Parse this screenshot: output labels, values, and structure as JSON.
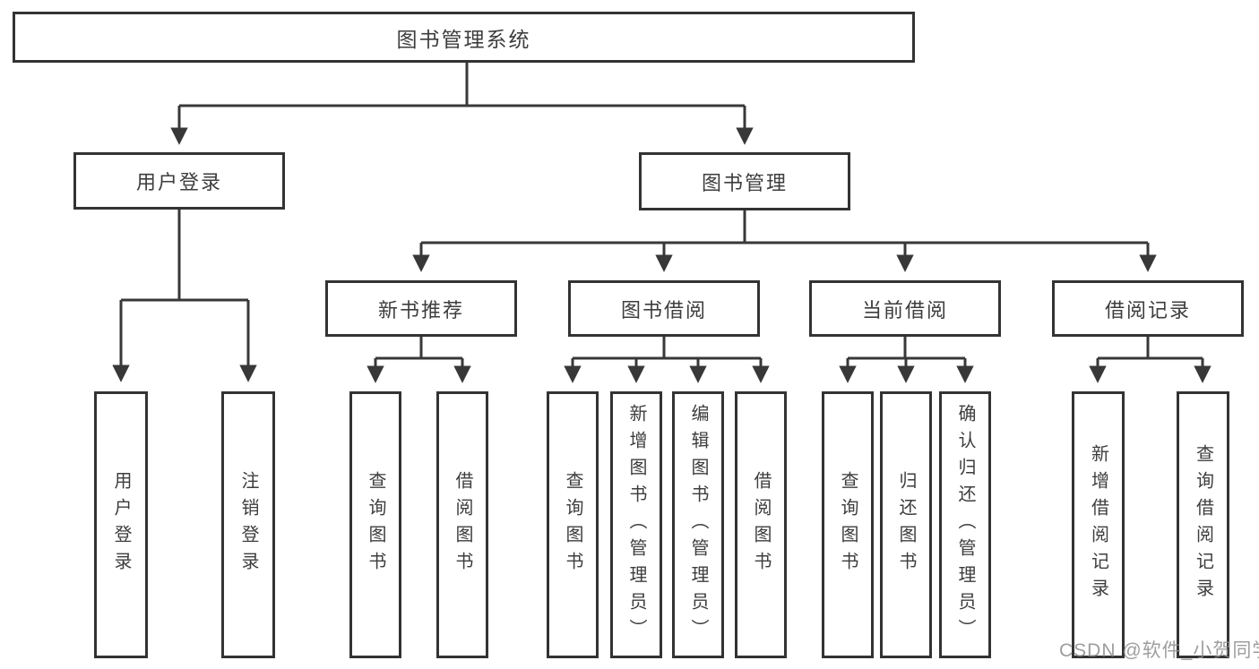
{
  "diagram": {
    "title": "图书管理系统",
    "branches": [
      {
        "label": "用户登录",
        "children": [
          {
            "label": "用户登录"
          },
          {
            "label": "注销登录"
          }
        ]
      },
      {
        "label": "图书管理",
        "children": [
          {
            "label": "新书推荐",
            "children": [
              {
                "label": "查询图书"
              },
              {
                "label": "借阅图书"
              }
            ]
          },
          {
            "label": "图书借阅",
            "children": [
              {
                "label": "查询图书"
              },
              {
                "label": "新增图书（管理员）"
              },
              {
                "label": "编辑图书（管理员）"
              },
              {
                "label": "借阅图书"
              }
            ]
          },
          {
            "label": "当前借阅",
            "children": [
              {
                "label": "查询图书"
              },
              {
                "label": "归还图书"
              },
              {
                "label": "确认归还（管理员）"
              }
            ]
          },
          {
            "label": "借阅记录",
            "children": [
              {
                "label": "新增借阅记录"
              },
              {
                "label": "查询借阅记录"
              }
            ]
          }
        ]
      }
    ]
  },
  "colors": {
    "line": "#383838",
    "text": "#3d3d3d",
    "watermark": "#8c8c8c"
  },
  "watermark": "CSDN @软件_小贺同学"
}
